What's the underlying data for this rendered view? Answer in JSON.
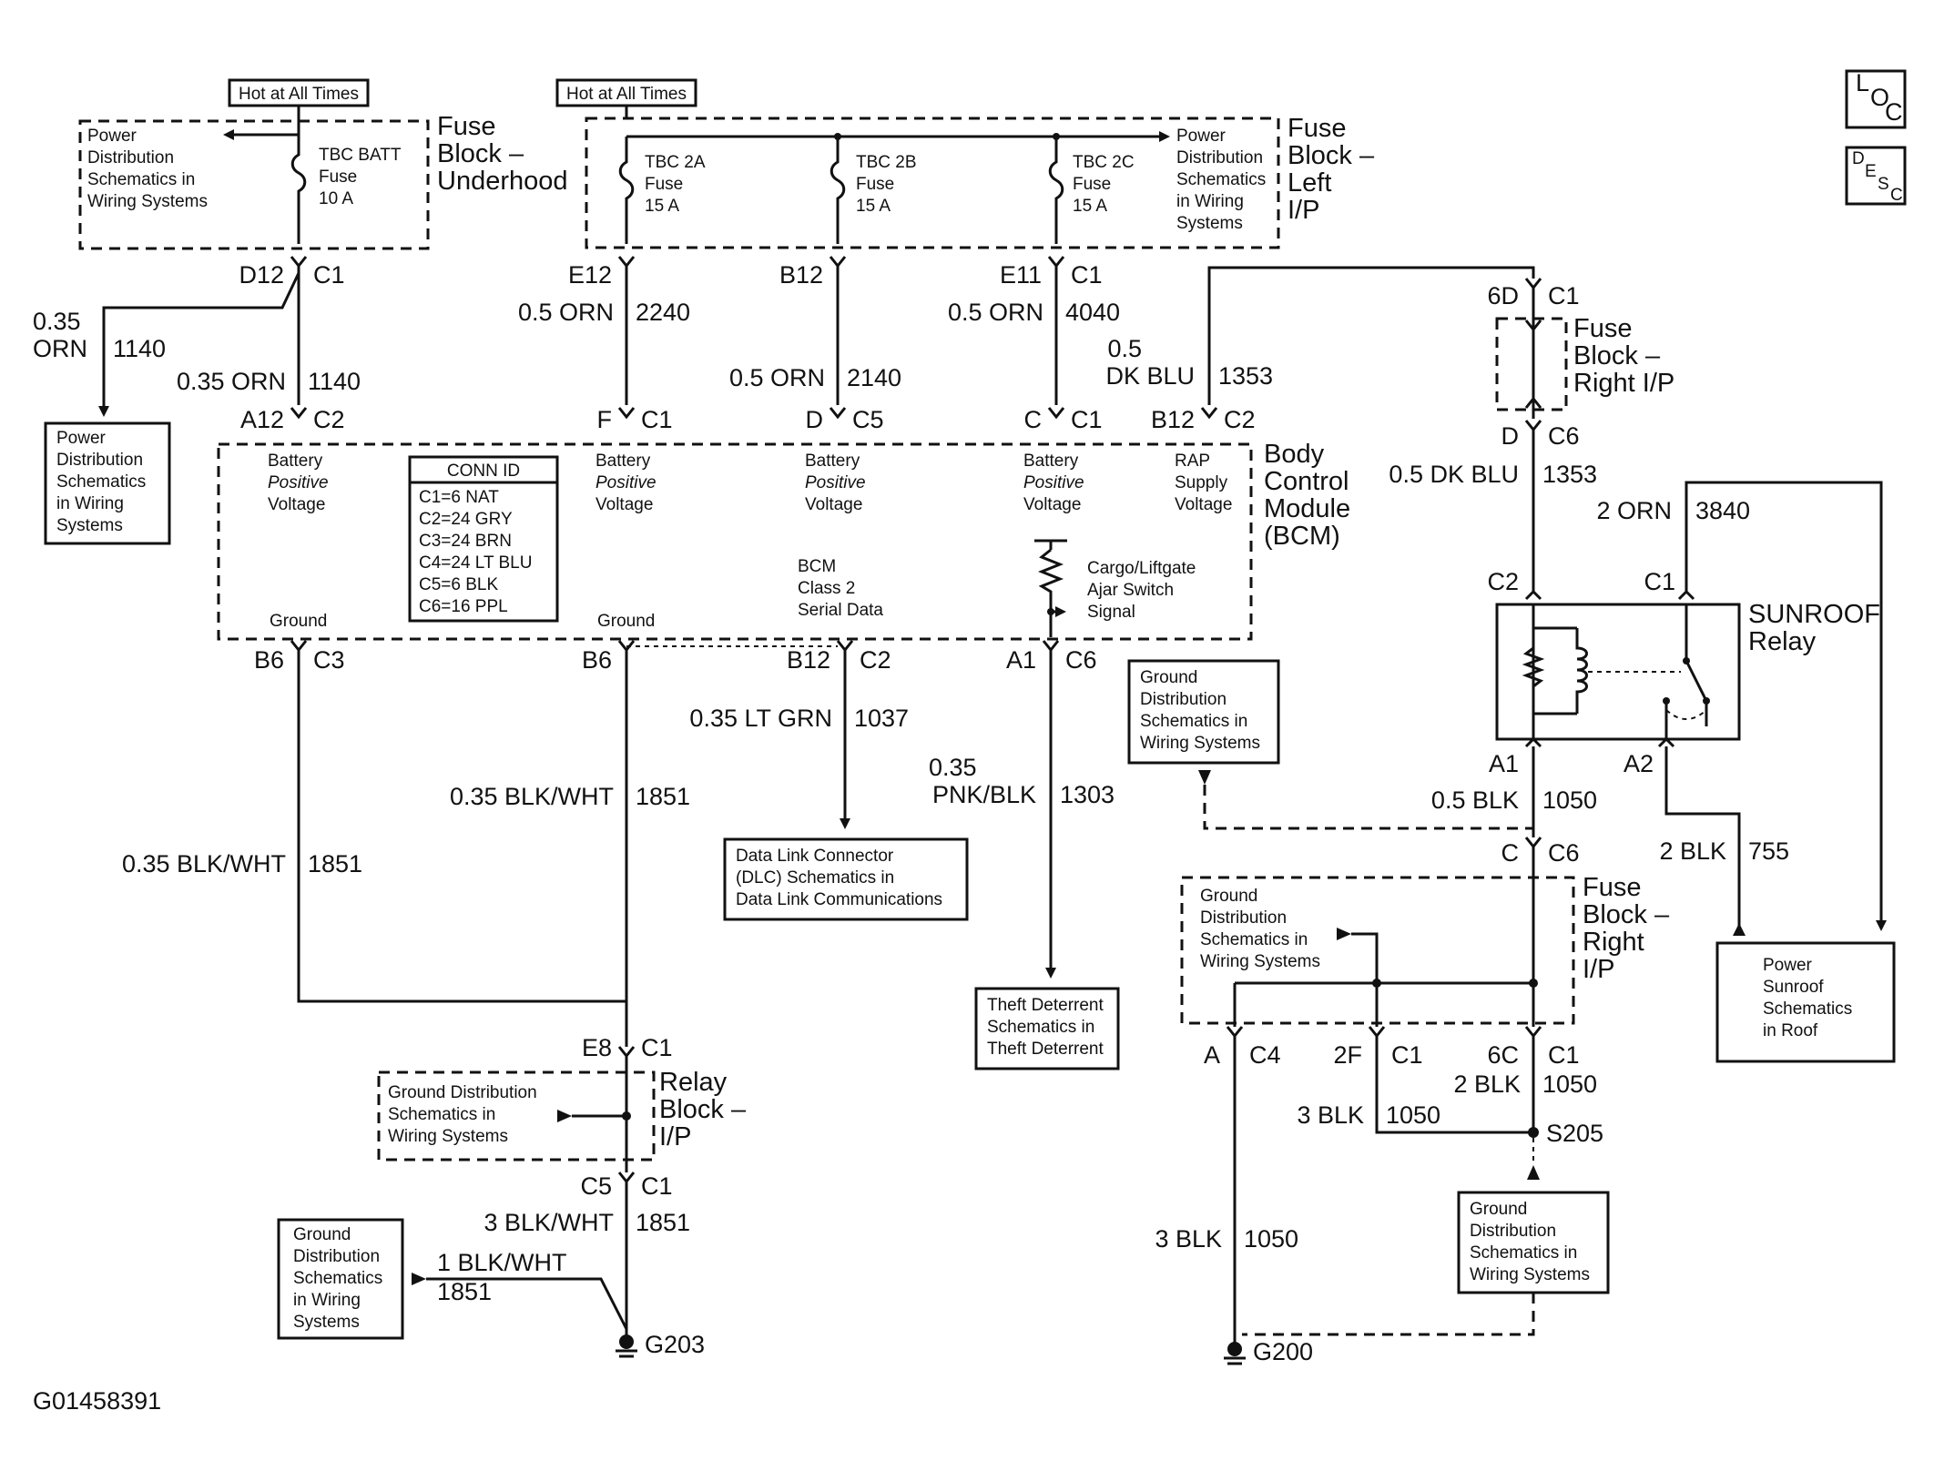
{
  "hot1": "Hot at All Times",
  "hot2": "Hot at All Times",
  "loc_icon": "L O C",
  "desc_icon": "D E S C",
  "fb_under": {
    "title": [
      "Fuse",
      "Block –",
      "Underhood"
    ],
    "pd": [
      "Power",
      "Distribution",
      "Schematics in",
      "Wiring Systems"
    ],
    "fuse": [
      "TBC BATT",
      "Fuse",
      "10 A"
    ]
  },
  "fb_left": {
    "title": [
      "Fuse",
      "Block –",
      "Left",
      "I/P"
    ],
    "fuses": [
      [
        "TBC 2A",
        "Fuse",
        "15 A"
      ],
      [
        "TBC 2B",
        "Fuse",
        "15 A"
      ],
      [
        "TBC 2C",
        "Fuse",
        "15 A"
      ]
    ],
    "pd": [
      "Power",
      "Distribution",
      "Schematics",
      "in Wiring",
      "Systems"
    ]
  },
  "conn": {
    "d12": "D12",
    "c1a": "C1",
    "e12": "E12",
    "b12a": "B12",
    "e11": "E11",
    "c1b": "C1",
    "a12": "A12",
    "c2a": "C2",
    "f": "F",
    "c1c": "C1",
    "d": "D",
    "c5a": "C5",
    "c": "C",
    "c1d": "C1",
    "b12b": "B12",
    "c2b": "C2",
    "b6a": "B6",
    "c3": "C3",
    "b6b": "B6",
    "b12c": "B12",
    "c2c": "C2",
    "a1": "A1",
    "c6a": "C6",
    "e8": "E8",
    "c1e": "C1",
    "c5b": "C5",
    "c1f": "C1",
    "d6": "6D",
    "c1g": "C1",
    "dd": "D",
    "c6b": "C6",
    "c2d": "C2",
    "c1h": "C1",
    "a1r": "A1",
    "a2r": "A2",
    "cc": "C",
    "c6c": "C6",
    "a": "A",
    "c4": "C4",
    "f2": "2F",
    "c1i": "C1",
    "c6": "6C",
    "c1j": "C1"
  },
  "wires": {
    "w1": [
      "0.35",
      "ORN",
      "1140"
    ],
    "w2": [
      "0.35 ORN",
      "1140"
    ],
    "w3": [
      "0.5 ORN",
      "2240"
    ],
    "w4": [
      "0.5 ORN",
      "2140"
    ],
    "w5": [
      "0.5 ORN",
      "4040"
    ],
    "w6": [
      "0.5",
      "DK BLU",
      "1353"
    ],
    "w7": [
      "0.35 BLK/WHT",
      "1851"
    ],
    "w8": [
      "0.35 BLK/WHT",
      "1851"
    ],
    "w9": [
      "0.35 LT GRN",
      "1037"
    ],
    "w10": [
      "0.35",
      "PNK/BLK",
      "1303"
    ],
    "w11": [
      "3 BLK/WHT",
      "1851"
    ],
    "w12": [
      "1 BLK/WHT",
      "1851"
    ],
    "w13": [
      "0.5 DK BLU",
      "1353"
    ],
    "w14": [
      "2 ORN",
      "3840"
    ],
    "w15": [
      "0.5 BLK",
      "1050"
    ],
    "w16": [
      "2 BLK",
      "755"
    ],
    "w17": [
      "2 BLK",
      "1050"
    ],
    "w18": [
      "3 BLK",
      "1050"
    ],
    "w19": [
      "3 BLK",
      "1050"
    ]
  },
  "bcm": {
    "title": [
      "Body",
      "Control",
      "Module",
      "(BCM)"
    ],
    "bpv": [
      "Battery",
      "Positive",
      "Voltage"
    ],
    "rap": [
      "RAP",
      "Supply",
      "Voltage"
    ],
    "ground": "Ground",
    "class2": [
      "BCM",
      "Class 2",
      "Serial Data"
    ],
    "cargo": [
      "Cargo/Liftgate",
      "Ajar Switch",
      "Signal"
    ],
    "connid_title": "CONN ID",
    "connid": [
      "C1=6 NAT",
      "C2=24 GRY",
      "C3=24 BRN",
      "C4=24 LT BLU",
      "C5=6 BLK",
      "C6=16 PPL"
    ]
  },
  "pd_left": [
    "Power",
    "Distribution",
    "Schematics",
    "in Wiring",
    "Systems"
  ],
  "dlc": [
    "Data Link Connector",
    "(DLC) Schematics in",
    "Data Link Communications"
  ],
  "theft": [
    "Theft Deterrent",
    "Schematics in",
    "Theft Deterrent"
  ],
  "gd_mid": [
    "Ground",
    "Distribution",
    "Schematics in",
    "Wiring Systems"
  ],
  "relay_block": {
    "title": [
      "Relay",
      "Block –",
      "I/P"
    ],
    "gd": [
      "Ground Distribution",
      "Schematics in",
      "Wiring Systems"
    ]
  },
  "gd_low": [
    "Ground",
    "Distribution",
    "Schematics",
    "in Wiring",
    "Systems"
  ],
  "g203": "G203",
  "g200": "G200",
  "fb_right_top": [
    "Fuse",
    "Block –",
    "Right I/P"
  ],
  "sunroof": [
    "SUNROOF",
    "Relay"
  ],
  "fb_right_low": {
    "title": [
      "Fuse",
      "Block –",
      "Right",
      "I/P"
    ],
    "gd": [
      "Ground",
      "Distribution",
      "Schematics in",
      "Wiring Systems"
    ]
  },
  "pd_roof": [
    "Power",
    "Sunroof",
    "Schematics",
    "in Roof"
  ],
  "s205": "S205",
  "gd_right": [
    "Ground",
    "Distribution",
    "Schematics in",
    "Wiring Systems"
  ],
  "footer_id": "G01458391"
}
